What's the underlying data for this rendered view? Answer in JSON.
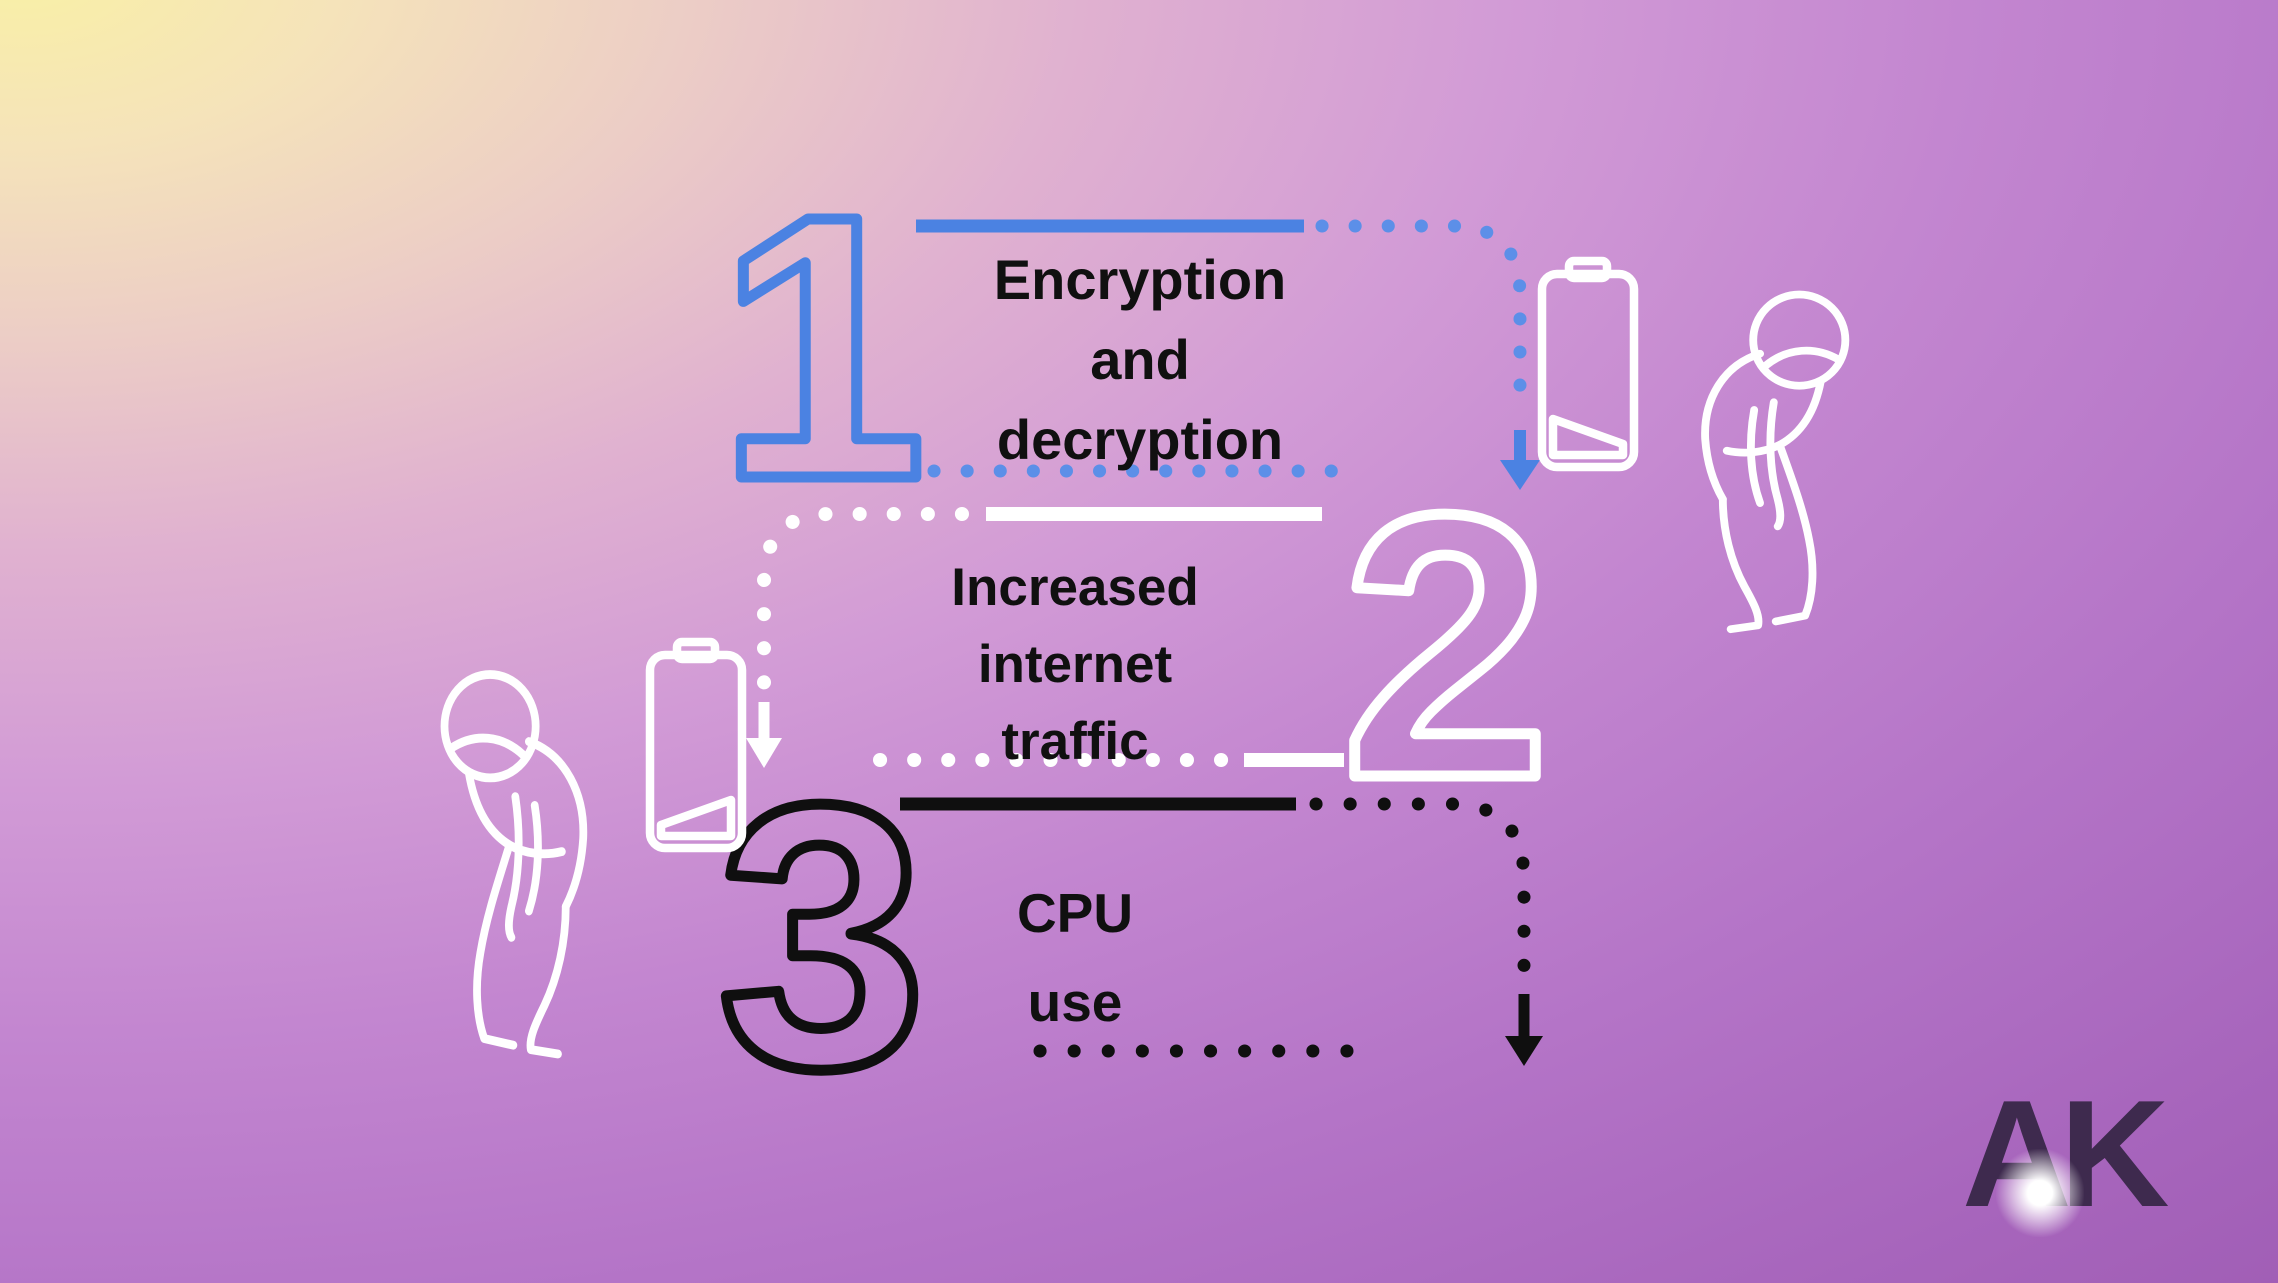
{
  "sections": [
    {
      "number": "1",
      "accent": "#4b82e2",
      "dot_color": "#5c8fe8",
      "label_lines": [
        "Encryption",
        "and",
        "decryption"
      ]
    },
    {
      "number": "2",
      "accent": "#ffffff",
      "dot_color": "#ffffff",
      "label_lines": [
        "Increased",
        "internet",
        "traffic"
      ]
    },
    {
      "number": "3",
      "accent": "#0f0f0f",
      "dot_color": "#0f0f0f",
      "label_lines": [
        "CPU",
        "use"
      ]
    }
  ],
  "icons": {
    "battery": "low-battery-icon",
    "person": "tired-person-icon",
    "arrow": "down-arrow-icon",
    "icon_color": "#ffffff"
  },
  "logo": {
    "text": "AK",
    "color": "#3e2a4e",
    "glow_color": "#ffffff"
  },
  "palette": {
    "background_corner_glow": "#f9f0a6",
    "background_pink": "#e9c6cd",
    "background_mid_purple": "#c386d0",
    "background_deep_purple": "#9c59b1",
    "text_color": "#101010"
  }
}
